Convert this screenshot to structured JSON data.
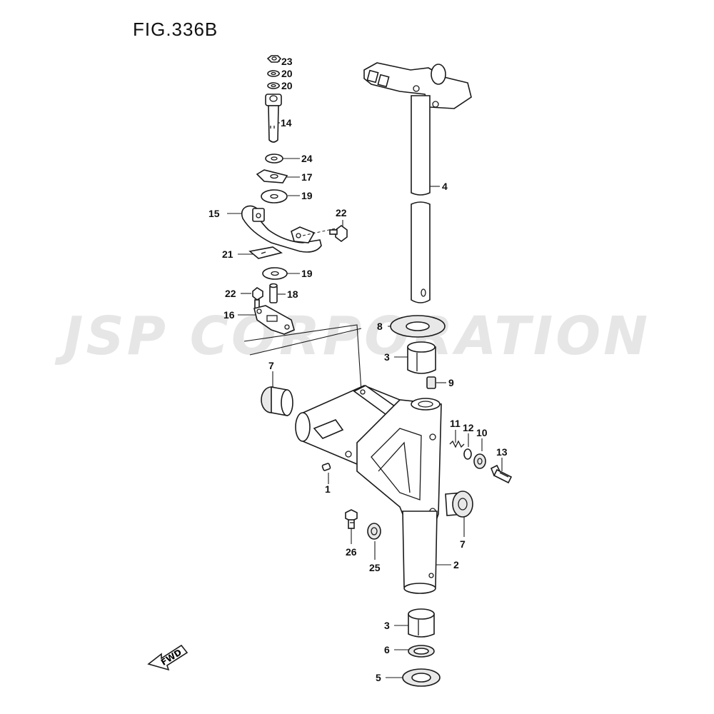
{
  "figure": {
    "title": "FIG.336B"
  },
  "watermark": {
    "text": "JSP CORPORATION"
  },
  "fwd_label": "FWD",
  "callouts": [
    {
      "id": "c-23a",
      "label": "23"
    },
    {
      "id": "c-20a",
      "label": "20"
    },
    {
      "id": "c-20b",
      "label": "20"
    },
    {
      "id": "c-14",
      "label": "14"
    },
    {
      "id": "c-24",
      "label": "24"
    },
    {
      "id": "c-17",
      "label": "17"
    },
    {
      "id": "c-19a",
      "label": "19"
    },
    {
      "id": "c-15",
      "label": "15"
    },
    {
      "id": "c-22a",
      "label": "22"
    },
    {
      "id": "c-21",
      "label": "21"
    },
    {
      "id": "c-19b",
      "label": "19"
    },
    {
      "id": "c-22b",
      "label": "22"
    },
    {
      "id": "c-18",
      "label": "18"
    },
    {
      "id": "c-16",
      "label": "16"
    },
    {
      "id": "c-4",
      "label": "4"
    },
    {
      "id": "c-8",
      "label": "8"
    },
    {
      "id": "c-3a",
      "label": "3"
    },
    {
      "id": "c-9",
      "label": "9"
    },
    {
      "id": "c-7a",
      "label": "7"
    },
    {
      "id": "c-11",
      "label": "11"
    },
    {
      "id": "c-12",
      "label": "12"
    },
    {
      "id": "c-10",
      "label": "10"
    },
    {
      "id": "c-13",
      "label": "13"
    },
    {
      "id": "c-1",
      "label": "1"
    },
    {
      "id": "c-7b",
      "label": "7"
    },
    {
      "id": "c-26",
      "label": "26"
    },
    {
      "id": "c-25",
      "label": "25"
    },
    {
      "id": "c-2",
      "label": "2"
    },
    {
      "id": "c-3b",
      "label": "3"
    },
    {
      "id": "c-6",
      "label": "6"
    },
    {
      "id": "c-5",
      "label": "5"
    }
  ],
  "colors": {
    "ink": "#1a1a1a",
    "watermark": "#e6e6e6",
    "background": "#ffffff"
  }
}
